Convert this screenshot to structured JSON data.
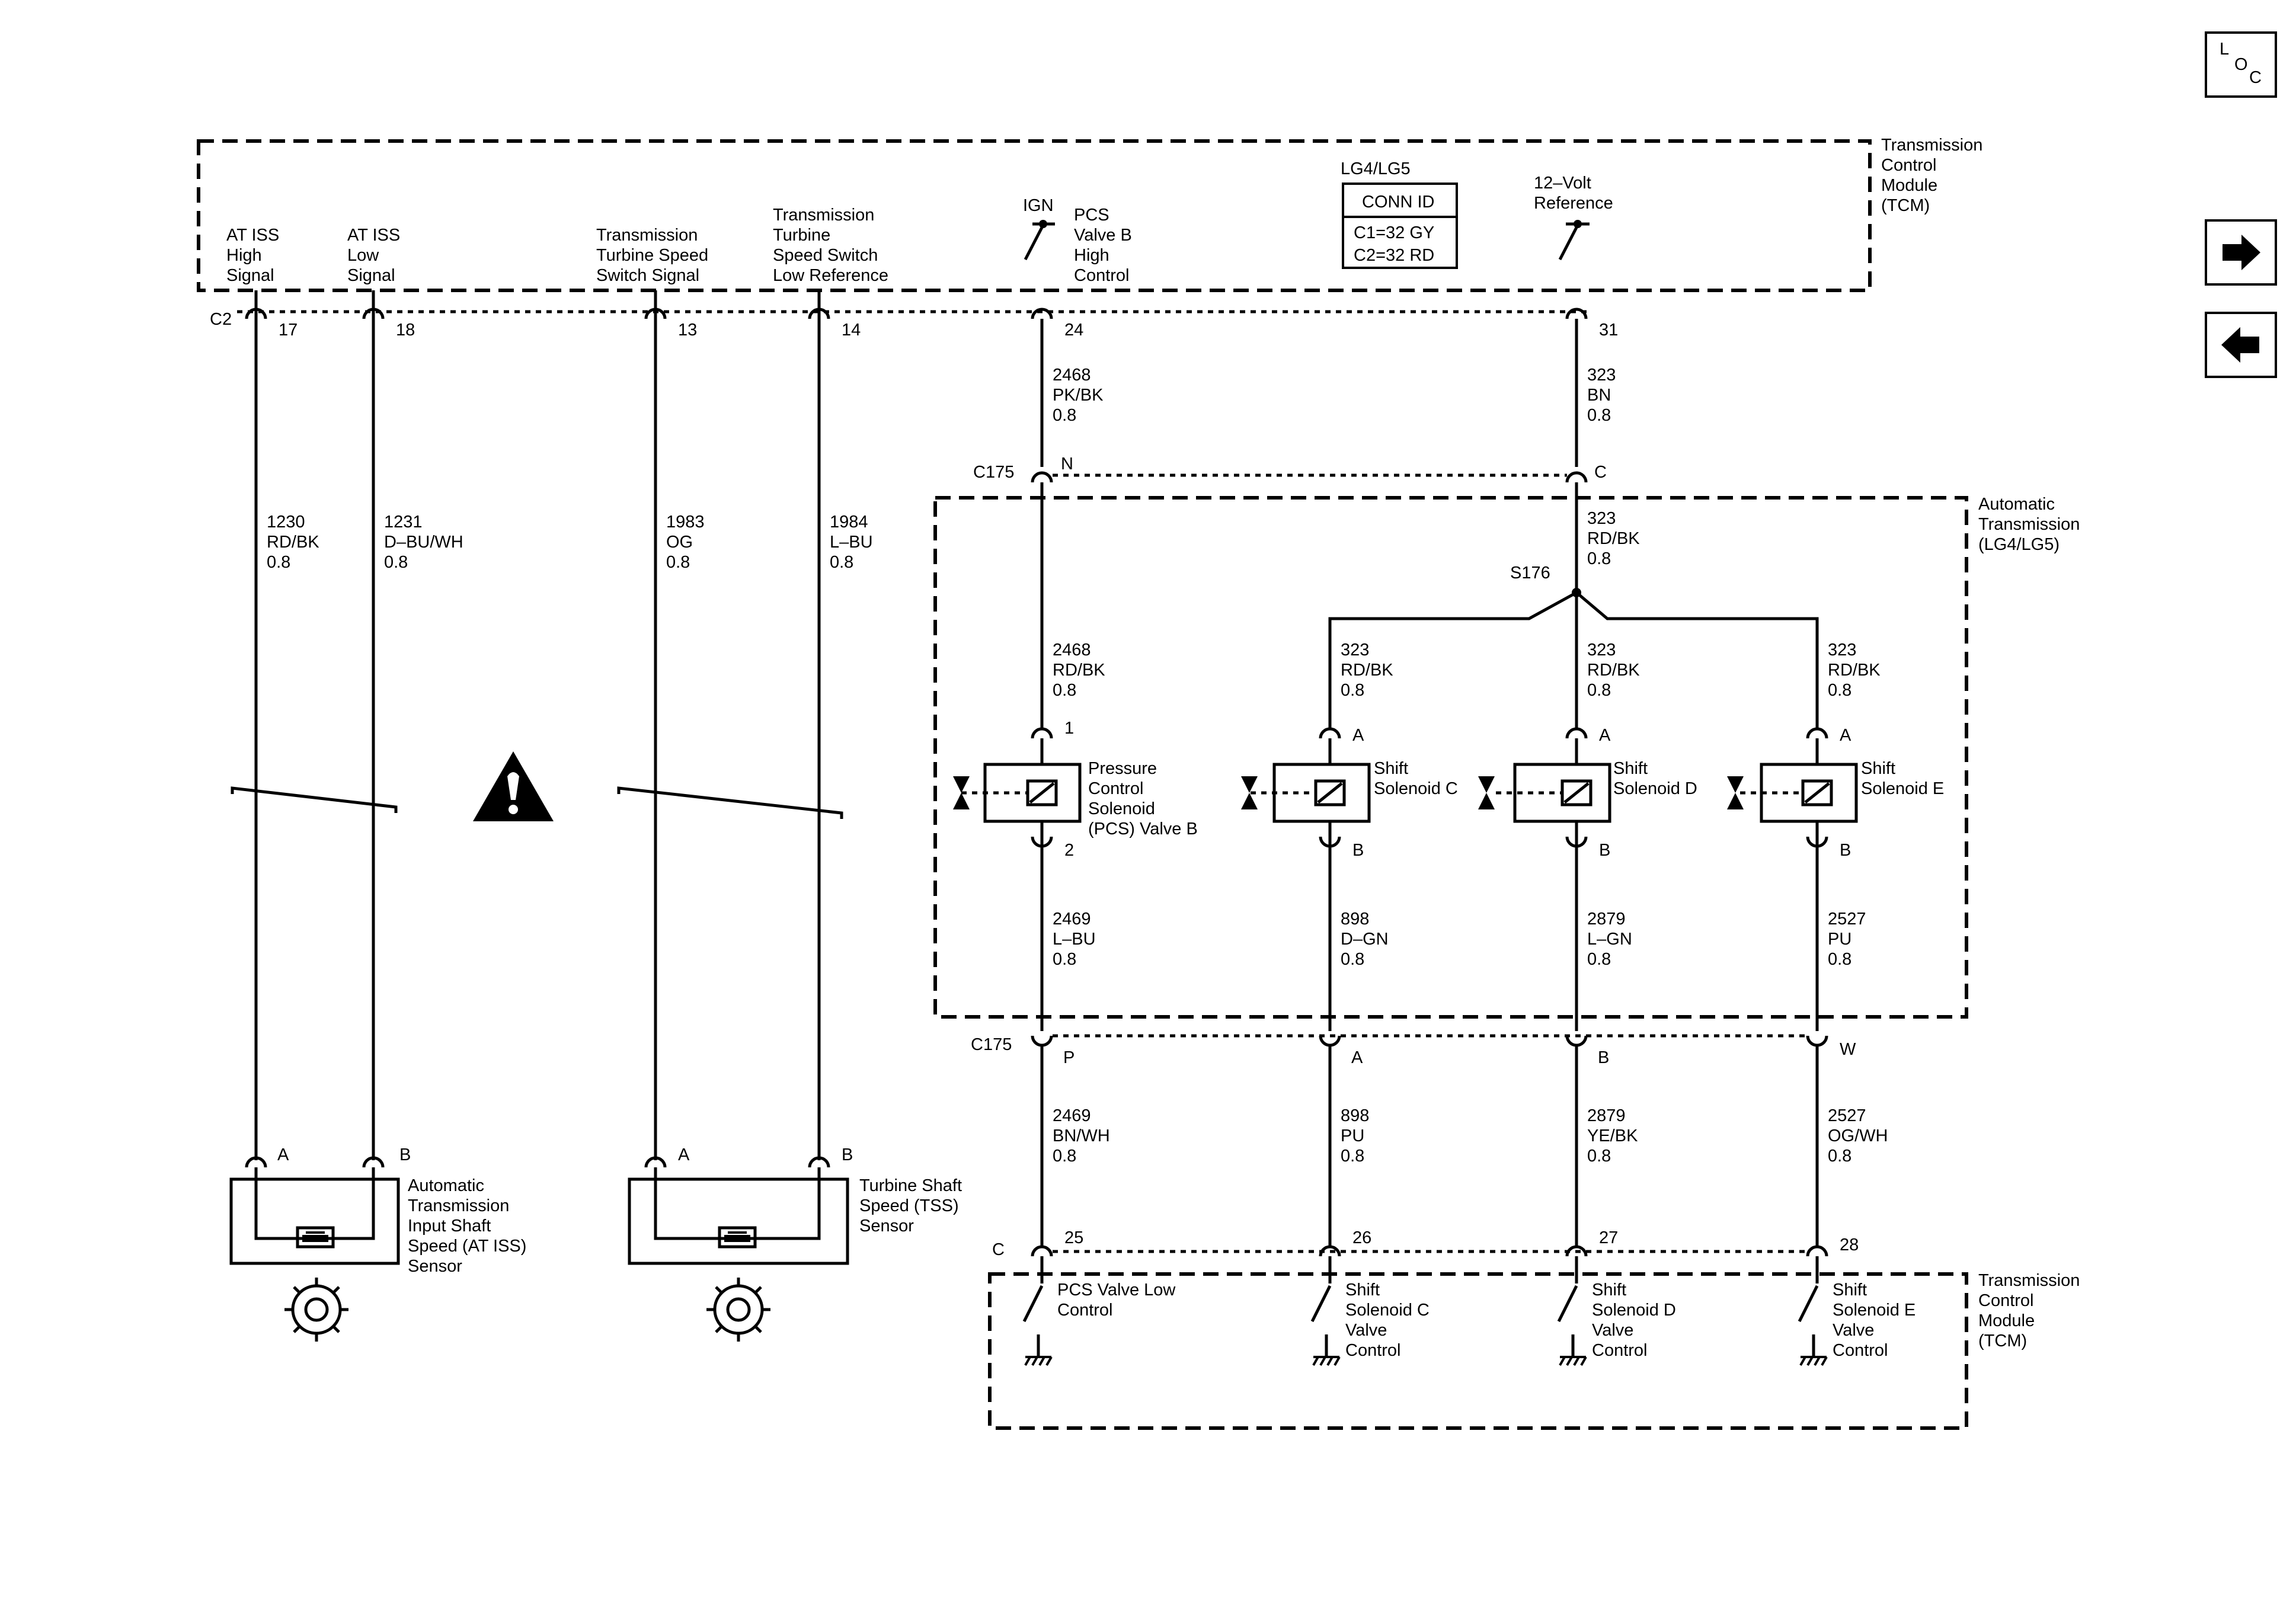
{
  "nav": {
    "loc_l": "L",
    "loc_o": "O",
    "loc_c": "C",
    "forward_icon": "arrow-right-icon",
    "back_icon": "arrow-left-icon"
  },
  "tcm_top": {
    "name": [
      "Transmission",
      "Control",
      "Module",
      "(TCM)"
    ],
    "signals": {
      "at_iss_high": [
        "AT ISS",
        "High",
        "Signal"
      ],
      "at_iss_low": [
        "AT ISS",
        "Low",
        "Signal"
      ],
      "tss_signal": [
        "Transmission",
        "Turbine Speed",
        "Switch Signal"
      ],
      "tss_low_ref": [
        "Transmission",
        "Turbine",
        "Speed Switch",
        "Low Reference"
      ],
      "ign": "IGN",
      "pcs_b_high": [
        "PCS",
        "Valve B",
        "High",
        "Control"
      ],
      "ref_12v": [
        "12–Volt",
        "Reference"
      ]
    },
    "conn_variant": "LG4/LG5",
    "conn_id_title": "CONN ID",
    "conn_id_rows": [
      "C1=32 GY",
      "C2=32 RD"
    ],
    "connector": "C2",
    "pins": [
      "17",
      "18",
      "13",
      "14",
      "24",
      "31"
    ]
  },
  "wires": {
    "w1230": [
      "1230",
      "RD/BK",
      "0.8"
    ],
    "w1231": [
      "1231",
      "D–BU/WH",
      "0.8"
    ],
    "w1983": [
      "1983",
      "OG",
      "0.8"
    ],
    "w1984": [
      "1984",
      "L–BU",
      "0.8"
    ],
    "w2468a": [
      "2468",
      "PK/BK",
      "0.8"
    ],
    "w323a": [
      "323",
      "BN",
      "0.8"
    ],
    "w323b": [
      "323",
      "RD/BK",
      "0.8"
    ],
    "w2468b": [
      "2468",
      "RD/BK",
      "0.8"
    ],
    "w323c": [
      "323",
      "RD/BK",
      "0.8"
    ],
    "w323d": [
      "323",
      "RD/BK",
      "0.8"
    ],
    "w323e": [
      "323",
      "RD/BK",
      "0.8"
    ],
    "w2469a": [
      "2469",
      "L–BU",
      "0.8"
    ],
    "w898a": [
      "898",
      "D–GN",
      "0.8"
    ],
    "w2879a": [
      "2879",
      "L–GN",
      "0.8"
    ],
    "w2527a": [
      "2527",
      "PU",
      "0.8"
    ],
    "w2469b": [
      "2469",
      "BN/WH",
      "0.8"
    ],
    "w898b": [
      "898",
      "PU",
      "0.8"
    ],
    "w2879b": [
      "2879",
      "YE/BK",
      "0.8"
    ],
    "w2527b": [
      "2527",
      "OG/WH",
      "0.8"
    ]
  },
  "c175": {
    "name": "C175",
    "top_pins": [
      "N",
      "C"
    ],
    "bottom_pins": [
      "P",
      "A",
      "B",
      "W"
    ]
  },
  "splice": "S176",
  "transmission": [
    "Automatic",
    "Transmission",
    "(LG4/LG5)"
  ],
  "solenoids": {
    "pcs_b": {
      "name": [
        "Pressure",
        "Control",
        "Solenoid",
        "(PCS) Valve B"
      ],
      "pins": [
        "1",
        "2"
      ]
    },
    "shift_c": {
      "name": [
        "Shift",
        "Solenoid C"
      ],
      "pins": [
        "A",
        "B"
      ]
    },
    "shift_d": {
      "name": [
        "Shift",
        "Solenoid D"
      ],
      "pins": [
        "A",
        "B"
      ]
    },
    "shift_e": {
      "name": [
        "Shift",
        "Solenoid E"
      ],
      "pins": [
        "A",
        "B"
      ]
    }
  },
  "sensors": {
    "at_iss": {
      "name": [
        "Automatic",
        "Transmission",
        "Input Shaft",
        "Speed (AT ISS)",
        "Sensor"
      ],
      "pins": [
        "A",
        "B"
      ]
    },
    "tss": {
      "name": [
        "Turbine Shaft",
        "Speed (TSS)",
        "Sensor"
      ],
      "pins": [
        "A",
        "B"
      ]
    }
  },
  "tcm_bottom": {
    "name": [
      "Transmission",
      "Control",
      "Module",
      "(TCM)"
    ],
    "connector": "C",
    "pins": [
      "25",
      "26",
      "27",
      "28"
    ],
    "controls": {
      "pcs_low": [
        "PCS Valve Low",
        "Control"
      ],
      "shift_c": [
        "Shift",
        "Solenoid C",
        "Valve",
        "Control"
      ],
      "shift_d": [
        "Shift",
        "Solenoid D",
        "Valve",
        "Control"
      ],
      "shift_e": [
        "Shift",
        "Solenoid E",
        "Valve",
        "Control"
      ]
    }
  },
  "warning_icon": "caution-triangle-icon",
  "gear_icon": "gear-icon"
}
